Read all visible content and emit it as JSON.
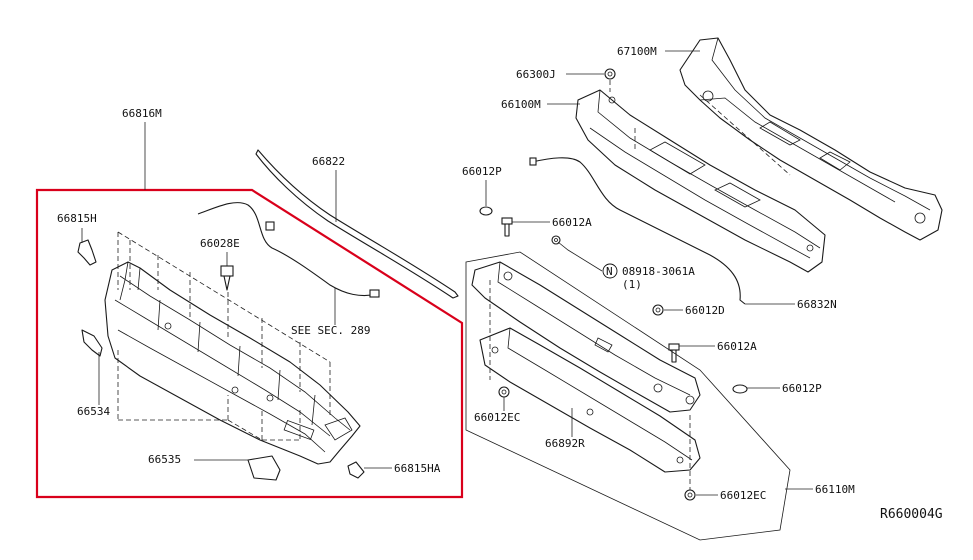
{
  "colors": {
    "highlight_box": "#d9001b",
    "ink": "#1a1a1a",
    "background": "#ffffff"
  },
  "labels": {
    "p66816M": "66816M",
    "p66822": "66822",
    "p66815H": "66815H",
    "p66028E": "66028E",
    "see_sec": "SEE SEC. 289",
    "p66534": "66534",
    "p66535": "66535",
    "p66815HA": "66815HA",
    "p67100M": "67100M",
    "p66300J": "66300J",
    "p66100M": "66100M",
    "p66012P_top": "66012P",
    "p66012A_top": "66012A",
    "n_symbol": "N",
    "p08918": "08918-3061A",
    "p08918_qty": "(1)",
    "p66012D": "66012D",
    "p66832N": "66832N",
    "p66012A_mid": "66012A",
    "p66012P_mid": "66012P",
    "p66012EC_left": "66012EC",
    "p66892R": "66892R",
    "p66012EC_bottom": "66012EC",
    "p66110M": "66110M",
    "ref_code": "R660004G"
  }
}
